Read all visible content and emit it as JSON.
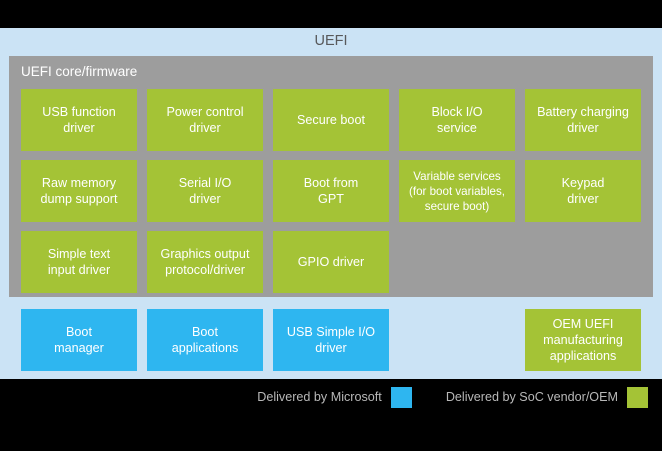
{
  "diagram": {
    "title": "UEFI",
    "background_color": "#000000",
    "panel_color": "#CBE3F5",
    "core_panel": {
      "label": "UEFI core/firmware",
      "color": "#9D9D9D",
      "modules": [
        {
          "label": "USB function\ndriver",
          "color": "#A4C336",
          "size": "normal"
        },
        {
          "label": "Power control\ndriver",
          "color": "#A4C336",
          "size": "normal"
        },
        {
          "label": "Secure boot",
          "color": "#A4C336",
          "size": "normal"
        },
        {
          "label": "Block I/O\nservice",
          "color": "#A4C336",
          "size": "normal"
        },
        {
          "label": "Battery charging\ndriver",
          "color": "#A4C336",
          "size": "normal"
        },
        {
          "label": "Raw memory\ndump support",
          "color": "#A4C336",
          "size": "normal"
        },
        {
          "label": "Serial I/O\ndriver",
          "color": "#A4C336",
          "size": "normal"
        },
        {
          "label": "Boot from\nGPT",
          "color": "#A4C336",
          "size": "normal"
        },
        {
          "label": "Variable services\n(for boot variables,\nsecure boot)",
          "color": "#A4C336",
          "size": "small"
        },
        {
          "label": "Keypad\ndriver",
          "color": "#A4C336",
          "size": "normal"
        },
        {
          "label": "Simple text\ninput driver",
          "color": "#A4C336",
          "size": "normal"
        },
        {
          "label": "Graphics output\nprotocol/driver",
          "color": "#A4C336",
          "size": "normal"
        },
        {
          "label": "GPIO driver",
          "color": "#A4C336",
          "size": "normal"
        },
        {
          "label": "",
          "color": "transparent",
          "size": "normal"
        },
        {
          "label": "",
          "color": "transparent",
          "size": "normal"
        }
      ]
    },
    "lower_row": [
      {
        "label": "Boot\nmanager",
        "color": "#2EB6F0",
        "kind": "ms"
      },
      {
        "label": "Boot\napplications",
        "color": "#2EB6F0",
        "kind": "ms"
      },
      {
        "label": "USB Simple I/O\ndriver",
        "color": "#2EB6F0",
        "kind": "ms"
      },
      {
        "label": "",
        "color": "transparent",
        "kind": "blank"
      },
      {
        "label": "OEM UEFI\nmanufacturing\napplications",
        "color": "#A4C336",
        "kind": "oem"
      }
    ],
    "legend": {
      "items": [
        {
          "label": "Delivered by Microsoft",
          "color": "#2EB6F0",
          "kind": "ms"
        },
        {
          "label": "Delivered by SoC vendor/OEM",
          "color": "#A4C336",
          "kind": "oem"
        }
      ]
    }
  }
}
